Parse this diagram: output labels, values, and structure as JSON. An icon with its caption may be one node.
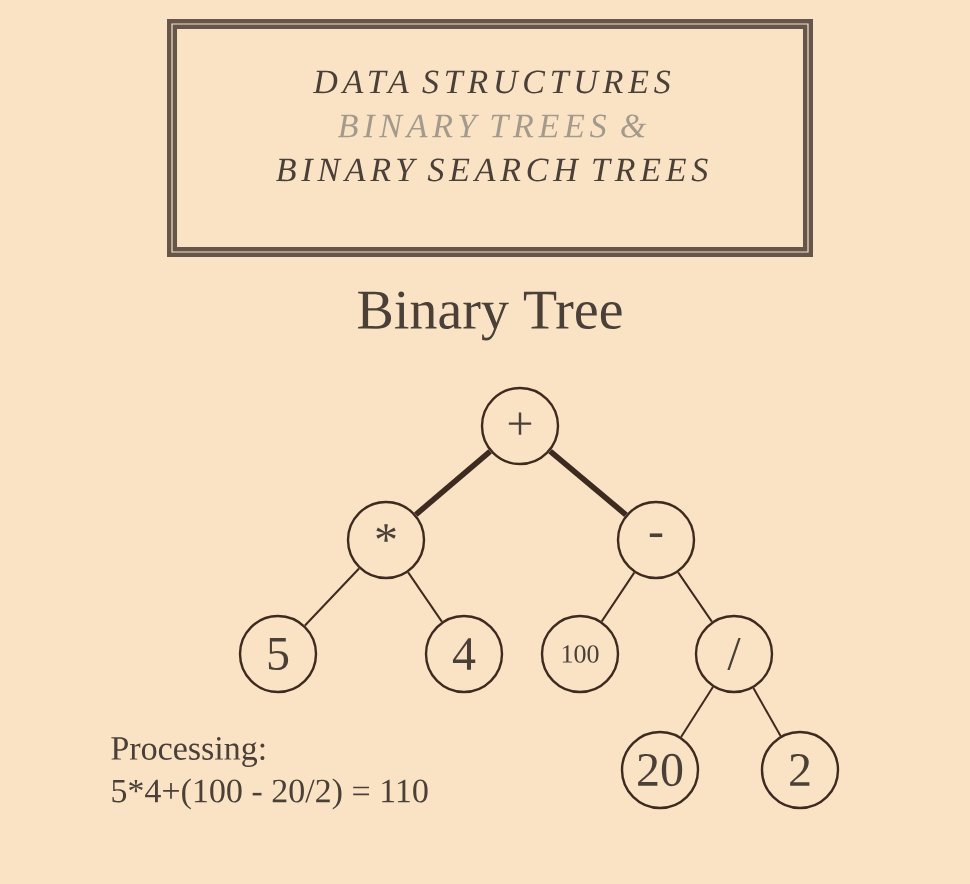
{
  "diagram": {
    "title": "Binary Tree",
    "nodes": [
      {
        "text": [
          "DATA STRUCTURES",
          "BINARY TREES &",
          "BINARY SEARCH TREES"
        ]
      },
      {
        "text": [
          "+"
        ]
      },
      {
        "text": [
          "*"
        ]
      },
      {
        "text": [
          "-"
        ]
      },
      {
        "text": [
          "5"
        ]
      },
      {
        "text": [
          "4"
        ]
      },
      {
        "text": [
          "100"
        ]
      },
      {
        "text": [
          "/"
        ]
      },
      {
        "text": [
          "20"
        ]
      },
      {
        "text": [
          "2"
        ]
      }
    ],
    "edges": [
      {
        "from": 1,
        "to": 2,
        "arrow": "none",
        "style": "thick"
      },
      {
        "from": 1,
        "to": 3,
        "arrow": "none",
        "style": "thick"
      },
      {
        "from": 2,
        "to": 4,
        "arrow": "none"
      },
      {
        "from": 2,
        "to": 5,
        "arrow": "none"
      },
      {
        "from": 3,
        "to": 6,
        "arrow": "none"
      },
      {
        "from": 3,
        "to": 7,
        "arrow": "none"
      },
      {
        "from": 7,
        "to": 8,
        "arrow": "none"
      },
      {
        "from": 7,
        "to": 9,
        "arrow": "none"
      }
    ],
    "labels": [
      "Processing:",
      "5*4+(100 - 20/2) = 110"
    ]
  }
}
